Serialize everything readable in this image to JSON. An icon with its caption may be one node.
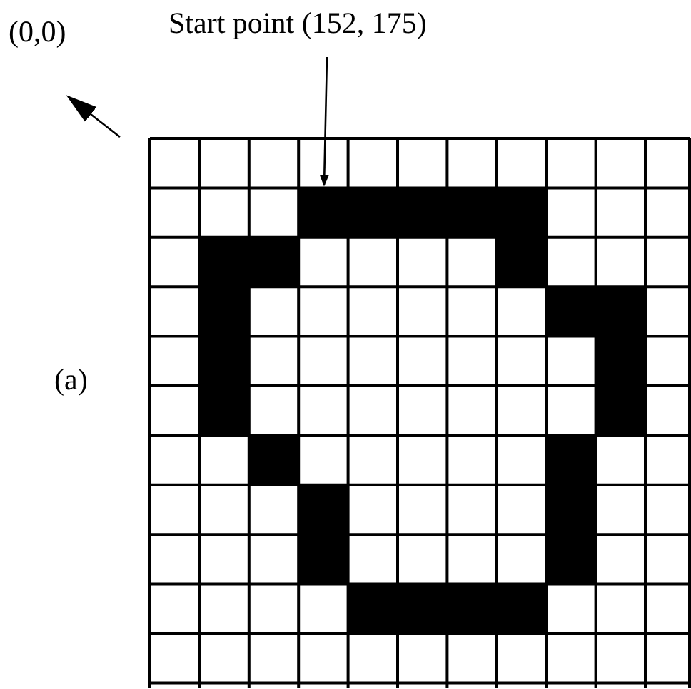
{
  "diagram": {
    "nodes": [
      {
        "text": [
          "(0,0)"
        ]
      },
      {
        "text": [
          "Start point (152, 175)"
        ]
      },
      {
        "text": [],
        "shape": "box"
      }
    ],
    "edges": [
      {
        "from": null,
        "to": 0,
        "arrow": "to"
      },
      {
        "from": 1,
        "to": 2,
        "arrow": "to"
      }
    ],
    "labels": [
      "(a)"
    ]
  }
}
